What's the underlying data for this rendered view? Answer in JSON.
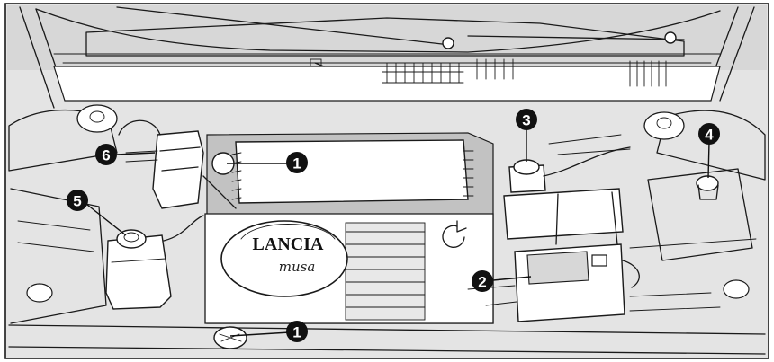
{
  "diagram": {
    "brand_text": "LANCIA",
    "script_text": "musa",
    "callouts": [
      {
        "id": "c1-top",
        "label": "1"
      },
      {
        "id": "c1-bottom",
        "label": "1"
      },
      {
        "id": "c2",
        "label": "2"
      },
      {
        "id": "c3",
        "label": "3"
      },
      {
        "id": "c4",
        "label": "4"
      },
      {
        "id": "c5",
        "label": "5"
      },
      {
        "id": "c6",
        "label": "6"
      }
    ]
  }
}
